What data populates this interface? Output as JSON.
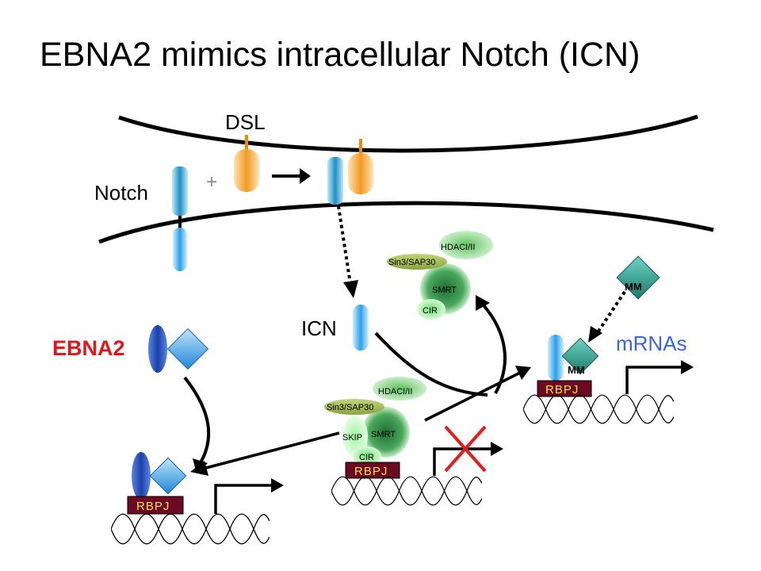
{
  "slide": {
    "title": "EBNA2 mimics intracellular Notch (ICN)"
  },
  "labels": {
    "dsl": "DSL",
    "notch": "Notch",
    "plus": "+",
    "icn": "ICN",
    "ebna2": "EBNA2",
    "mrnas": "mRNAs"
  },
  "complex_top": {
    "hdac": "HDACI/II",
    "sin3": "Sin3/SAP30",
    "smrt": "SMRT",
    "cir": "CIR"
  },
  "complex_mid": {
    "hdac": "HDACI/II",
    "sin3": "Sin3/SAP30",
    "skip": "SKIP",
    "smrt": "SMRT",
    "cir": "CIR",
    "rbpj": "RBPJ"
  },
  "left_gene": {
    "rbpj": "RBPJ"
  },
  "right_gene": {
    "rbpj": "RBPJ",
    "mm_bound": "MM"
  },
  "mm_free": "MM",
  "colors": {
    "ebna2_label": "#e8141b",
    "mrna_label": "#3b63e8",
    "rbpj_box": "#6b0a22",
    "rbpj_text": "#f5e04a",
    "notch_receptor": "#2a9fd0",
    "dsl_ligand": "#f0a030",
    "repression_x": "#e81a1a"
  }
}
